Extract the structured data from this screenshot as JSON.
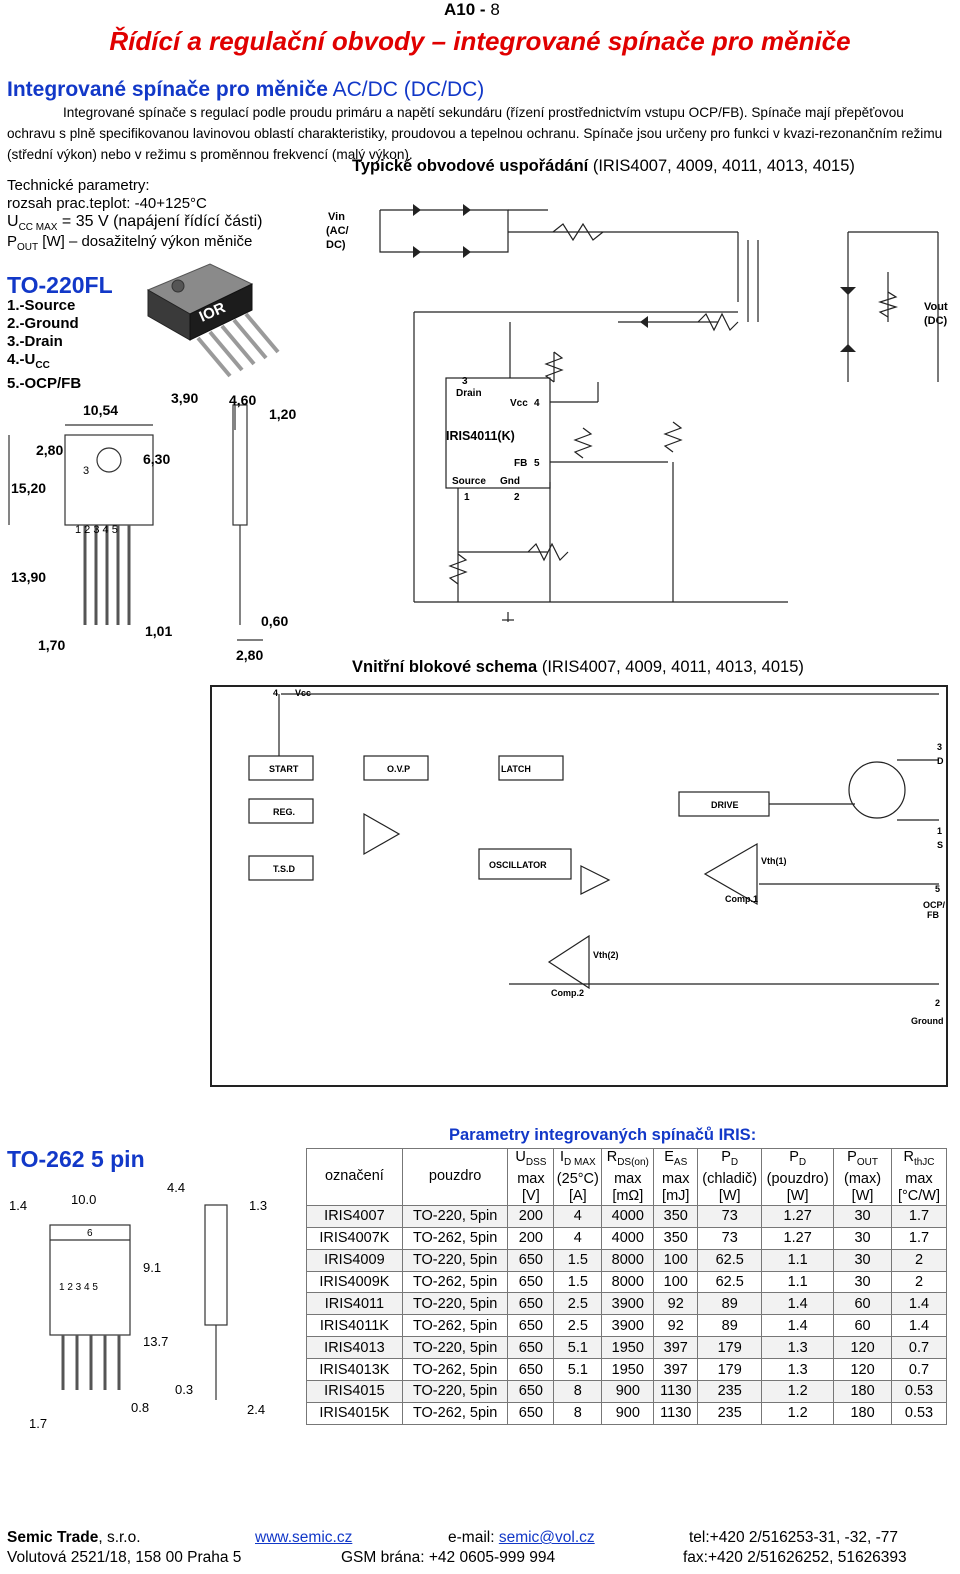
{
  "header": {
    "page_label": "A10 -",
    "page_number": "8"
  },
  "title": "Řídící a regulační obvody – integrované spínače pro měniče",
  "section": {
    "title_bold": "Integrované spínače pro měniče",
    "title_rest": "AC/DC (DC/DC)"
  },
  "intro": "Integrované spínače s regulací podle proudu primáru a napětí sekundáru (řízení prostřednictvím vstupu OCP/FB). Spínače mají přepěťovou ochravu s plně specifikovanou lavinovou oblastí charakteristiky, proudovou a tepelnou ochranu. Spínače jsou určeny pro funkci v kvazi-rezonančním režimu (střední výkon) nebo v režimu s proměnnou frekvencí (malý výkon).",
  "circuit": {
    "title_bold": "Typické obvodové uspořádání",
    "title_rest": "(IRIS4007, 4009, 4011, 4013, 4015)",
    "vin_label": [
      "Vin",
      "(AC/",
      "DC)"
    ],
    "vout_label": [
      "Vout",
      "(DC)"
    ],
    "chip_name": "IRIS4011(K)",
    "pin_drain": "Drain",
    "pin_vcc": "Vcc",
    "pin_fb": "FB",
    "pin_source": "Source",
    "pin_gnd": "Gnd",
    "pin_nums": {
      "drain": "3",
      "vcc": "4",
      "fb": "5",
      "source": "1",
      "gnd": "2"
    }
  },
  "tech": {
    "heading": "Technické parametry:",
    "temp_label": "rozsah prac.teplot:",
    "temp_value": "-40+125°C",
    "ucc_main": "U",
    "ucc_sub": "CC MAX",
    "ucc_value": "= 35 V (napájení řídící části)",
    "pout_main": "P",
    "pout_sub": "OUT",
    "pout_value": "[W] – dosažitelný výkon měniče"
  },
  "to220": {
    "title": "TO-220FL",
    "pins": [
      "1.-Source",
      "2.-Ground",
      "3.-Drain",
      "4.-U",
      "5.-OCP/FB"
    ],
    "pin4_sub": "CC",
    "package_logo": "IOR",
    "dims": [
      "10,54",
      "3,90",
      "4,60",
      "1,20",
      "2,80",
      "6,30",
      "15,20",
      "13,90",
      "1,70",
      "1,01",
      "0,60",
      "2,80"
    ],
    "pin_marks": "1 2 3 4 5",
    "hole_mark": "3"
  },
  "block": {
    "title_bold": "Vnitřní blokové schema",
    "title_rest": "(IRIS4007, 4009, 4011, 4013, 4015)",
    "blocks": [
      "START",
      "O.V.P",
      "LATCH",
      "REG.",
      "DRIVE",
      "T.S.D",
      "OSCILLATOR"
    ],
    "comp1": "Comp.1",
    "comp2": "Comp.2",
    "vth1": "Vth(1)",
    "vth2": "Vth(2)",
    "pin4": "4",
    "vcc": "Vcc",
    "pin3": "3",
    "d": "D",
    "pin1": "1",
    "s": "S",
    "pin5": "5",
    "ocp": [
      "OCP/",
      "FB"
    ],
    "pin2": "2",
    "ground": "Ground"
  },
  "to262": {
    "title": "TO-262 5 pin",
    "dims": [
      "1.4",
      "10.0",
      "4.4",
      "1.3",
      "9.1",
      "13.7",
      "0.3",
      "0.8",
      "2.4",
      "1.7"
    ],
    "tab_mark": "6",
    "pin_marks": "1 2 3 4 5"
  },
  "table": {
    "title": "Parametry integrovaných spínačů IRIS:",
    "headers": [
      {
        "l1": "",
        "l2": "označení",
        "l3": ""
      },
      {
        "l1": "",
        "l2": "pouzdro",
        "l3": ""
      },
      {
        "l1": "U",
        "sub": "DSS",
        "l2": "max",
        "l3": "[V]"
      },
      {
        "l1": "I",
        "sub": "D MAX",
        "l2": "(25°C)",
        "l3": "[A]"
      },
      {
        "l1": "R",
        "sub": "DS(on)",
        "l2": "max",
        "l3": "[mΩ]"
      },
      {
        "l1": "E",
        "sub": "AS",
        "l2": "max",
        "l3": "[mJ]"
      },
      {
        "l1": "P",
        "sub": "D",
        "l2": "(chladič)",
        "l3": "[W]"
      },
      {
        "l1": "P",
        "sub": "D",
        "l2": "(pouzdro)",
        "l3": "[W]"
      },
      {
        "l1": "P",
        "sub": "OUT",
        "l2": "(max)",
        "l3": "[W]"
      },
      {
        "l1": "R",
        "sub": "thJC",
        "l2": "max",
        "l3": "[°C/W]"
      }
    ],
    "rows": [
      [
        "IRIS4007",
        "TO-220, 5pin",
        "200",
        "4",
        "4000",
        "350",
        "73",
        "1.27",
        "30",
        "1.7"
      ],
      [
        "IRIS4007K",
        "TO-262, 5pin",
        "200",
        "4",
        "4000",
        "350",
        "73",
        "1.27",
        "30",
        "1.7"
      ],
      [
        "IRIS4009",
        "TO-220, 5pin",
        "650",
        "1.5",
        "8000",
        "100",
        "62.5",
        "1.1",
        "30",
        "2"
      ],
      [
        "IRIS4009K",
        "TO-262, 5pin",
        "650",
        "1.5",
        "8000",
        "100",
        "62.5",
        "1.1",
        "30",
        "2"
      ],
      [
        "IRIS4011",
        "TO-220, 5pin",
        "650",
        "2.5",
        "3900",
        "92",
        "89",
        "1.4",
        "60",
        "1.4"
      ],
      [
        "IRIS4011K",
        "TO-262, 5pin",
        "650",
        "2.5",
        "3900",
        "92",
        "89",
        "1.4",
        "60",
        "1.4"
      ],
      [
        "IRIS4013",
        "TO-220, 5pin",
        "650",
        "5.1",
        "1950",
        "397",
        "179",
        "1.3",
        "120",
        "0.7"
      ],
      [
        "IRIS4013K",
        "TO-262, 5pin",
        "650",
        "5.1",
        "1950",
        "397",
        "179",
        "1.3",
        "120",
        "0.7"
      ],
      [
        "IRIS4015",
        "TO-220, 5pin",
        "650",
        "8",
        "900",
        "1130",
        "235",
        "1.2",
        "180",
        "0.53"
      ],
      [
        "IRIS4015K",
        "TO-262, 5pin",
        "650",
        "8",
        "900",
        "1130",
        "235",
        "1.2",
        "180",
        "0.53"
      ]
    ]
  },
  "footer": {
    "company_bold": "Semic Trade",
    "company_rest": ", s.r.o.",
    "website": "www.semic.cz",
    "email_label": "e-mail:",
    "email": "semic@vol.cz",
    "tel": "tel:+420 2/516253-31, -32, -77",
    "address": "Volutová 2521/18, 158 00 Praha 5",
    "gsm": "GSM brána: +42 0605-999 994",
    "fax": "fax:+420 2/51626252, 51626393"
  },
  "colors": {
    "title_red": "#e00000",
    "heading_blue": "#1238c8",
    "link_blue": "#1238c8"
  }
}
